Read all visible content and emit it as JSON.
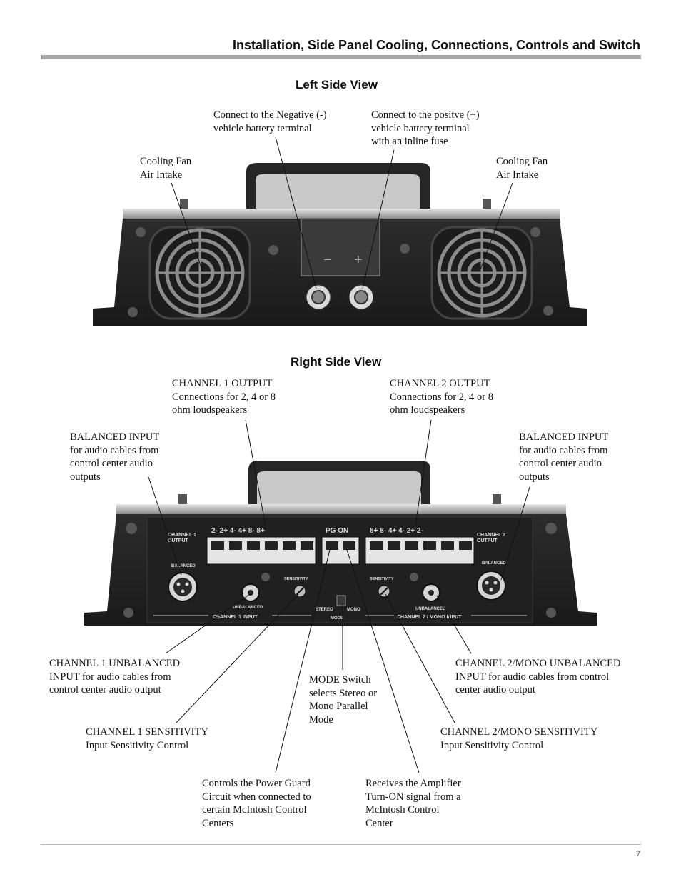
{
  "header": {
    "title": "Installation, Side Panel Cooling, Connections, Controls and Switch"
  },
  "left_view": {
    "title": "Left Side View",
    "labels": {
      "negative": "Connect to the Negative (-)\nvehicle battery terminal",
      "positive": "Connect to the positve (+)\nvehicle battery terminal\nwith an inline fuse",
      "fan_left": "Cooling Fan\nAir Intake",
      "fan_right": "Cooling Fan\nAir Intake"
    },
    "panel_marks": {
      "minus": "−",
      "plus": "+"
    }
  },
  "right_view": {
    "title": "Right Side View",
    "labels": {
      "ch1_output": "CHANNEL 1 OUTPUT\nConnections for 2, 4 or 8\nohm loudspeakers",
      "ch2_output": "CHANNEL 2 OUTPUT\nConnections for 2, 4 or 8\nohm loudspeakers",
      "balanced_left": "BALANCED INPUT\nfor audio cables from\ncontrol center audio\noutputs",
      "balanced_right": "BALANCED INPUT\nfor audio cables from\ncontrol center audio\noutputs",
      "ch1_unbalanced": "CHANNEL 1 UNBALANCED\nINPUT for audio cables from\ncontrol center audio output",
      "mode_switch": "MODE Switch\nselects Stereo or\nMono Parallel\nMode",
      "ch2_unbalanced": "CHANNEL 2/MONO UNBALANCED\nINPUT for audio cables from control\ncenter audio output",
      "ch1_sensitivity": "CHANNEL 1 SENSITIVITY\nInput Sensitivity Control",
      "ch2_sensitivity": "CHANNEL 2/MONO SENSITIVITY\nInput Sensitivity Control",
      "power_guard": "Controls the Power Guard\nCircuit when connected to\ncertain McIntosh Control\nCenters",
      "turn_on": "Receives the Amplifier\nTurn-ON signal from a\nMcIntosh Control\nCenter"
    },
    "panel_text": {
      "ch1_terminals": "2-  2+  4-  4+  8-  8+",
      "pg_on": "PG   ON",
      "ch2_terminals": "8+  8-  4+  4-  2+  2-",
      "channel1_output": "CHANNEL 1\nOUTPUT",
      "channel2_output": "CHANNEL 2\nOUTPUT",
      "balanced": "BALANCED",
      "unbalanced": "UNBALANCED",
      "sensitivity": "SENSITIVITY",
      "stereo": "STEREO",
      "mono": "MONO",
      "mode": "MODE",
      "ch1_input": "CHANNEL 1 INPUT",
      "ch2_input": "CHANNEL 2 / MONO INPUT"
    }
  },
  "footer": {
    "page_number": "7"
  }
}
